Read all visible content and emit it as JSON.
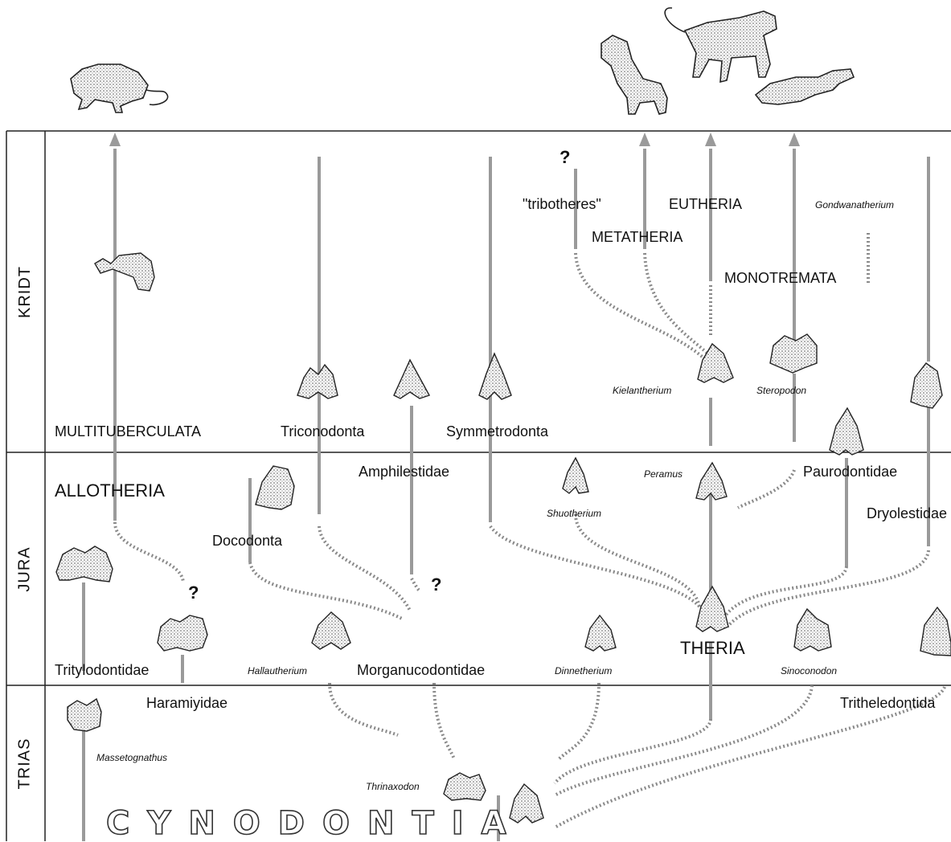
{
  "periods": [
    "KRIDT",
    "JURA",
    "TRIAS"
  ],
  "group_labels": {
    "multituberculata": "MULTITUBERCULATA",
    "triconodonta": "Triconodonta",
    "symmetrodonta": "Symmetrodonta",
    "allotheria": "ALLOTHERIA",
    "amphilestidae": "Amphilestidae",
    "docodonta": "Docodonta",
    "paurodontidae": "Paurodontidae",
    "dryolestidae": "Dryolestidae",
    "tritylodontidae": "Tritylodontidae",
    "morganucodontidae": "Morganucodontidae",
    "theria": "THERIA",
    "haramiyidae": "Haramiyidae",
    "tritheledontida": "Tritheledontida",
    "tribotheres": "\"tribotheres\"",
    "eutheria": "EUTHERIA",
    "metatheria": "METATHERIA",
    "monotremata": "MONOTREMATA",
    "cynodontia": "CYNODONTIA"
  },
  "taxa_italic": {
    "gondwanatherium": "Gondwanatherium",
    "kielantherium": "Kielantherium",
    "steropodon": "Steropodon",
    "peramus": "Peramus",
    "shuotherium": "Shuotherium",
    "hallautherium": "Hallautherium",
    "dinnetherium": "Dinnetherium",
    "sinoconodon": "Sinoconodon",
    "massetognathus": "Massetognathus",
    "thrinaxodon": "Thrinaxodon"
  },
  "uncertain_marks": [
    "?",
    "?",
    "?"
  ],
  "colors": {
    "line": "#9a9a9a",
    "dotted": "#8a8a8a",
    "tooth_fill": "#dcdcdc",
    "outline": "#222222"
  },
  "illustrations": [
    "rodent-like-mammal",
    "thylacine",
    "primate",
    "platypus"
  ]
}
